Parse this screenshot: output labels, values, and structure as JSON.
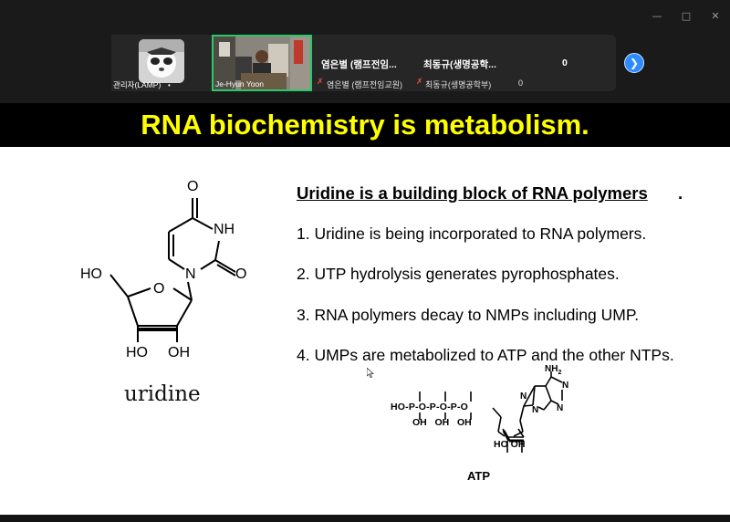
{
  "meeting": {
    "participants": [
      {
        "caption": "관리자(LAMP)"
      },
      {
        "caption": "Je-Hyun Yoon"
      }
    ],
    "participant3": {
      "name": "염은별 (램프전임...",
      "sub": "염은별 (램프전임교원)"
    },
    "participant4": {
      "name": "최동규(생명공학...",
      "sub": "최동규(생명공학부)"
    },
    "count": {
      "top": "0",
      "bottom": "0"
    }
  },
  "slide": {
    "title": "RNA biochemistry is metabolism.",
    "heading": "Uridine is a building block of RNA polymers",
    "heading_end": ".",
    "points": [
      "1. Uridine is being incorporated to RNA polymers.",
      "2. UTP hydrolysis generates pyrophosphates.",
      "3. RNA polymers decay to NMPs including UMP.",
      "4. UMPs are metabolized to ATP and the other NTPs."
    ],
    "uridine": {
      "caption": "uridine",
      "labels": {
        "o_top": "O",
        "nh": "NH",
        "n": "N",
        "o_right": "O",
        "ho_left": "HO",
        "ring_o": "O",
        "ho": "HO",
        "oh": "OH"
      }
    },
    "atp": {
      "caption": "ATP",
      "phosphate": "HO-P-O-P-O-P-O",
      "oh_row": "OH   OH   OH",
      "nh2": "NH",
      "nh2_sub": "2",
      "n": "N",
      "ho_oh": "HO OH"
    }
  }
}
